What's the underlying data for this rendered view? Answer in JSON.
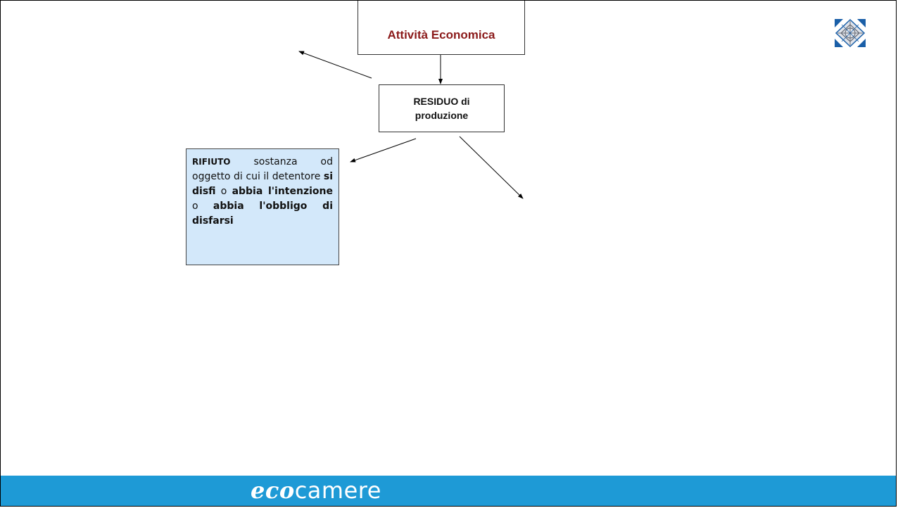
{
  "diagram": {
    "top_box": "Attività Economica",
    "middle_box": "RESIDUO di\nproduzione",
    "left_box": {
      "term": "RIFIUTO",
      "text_1": " sostanza od oggetto di cui il detentore ",
      "bold_1": "si disfi",
      "text_2": " o ",
      "bold_2": "abbia l'intenzione",
      "text_3": " o ",
      "bold_3": "abbia l'obbligo di disfarsi"
    }
  },
  "footer": {
    "brand_eco": "eco",
    "brand_camere": "camere"
  },
  "colors": {
    "title_text": "#8b1a1a",
    "definition_box_fill": "#d3e8fa",
    "footer_bar": "#1e9ad6"
  },
  "icons": {
    "logo": "chamber-of-commerce-logo-icon"
  }
}
